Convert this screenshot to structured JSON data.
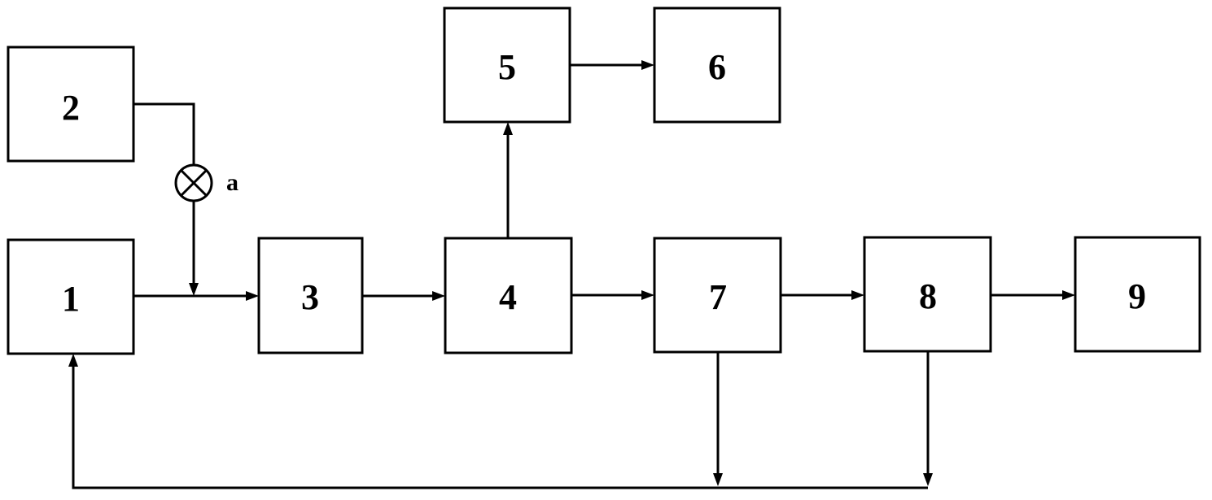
{
  "blocks": {
    "b1": "1",
    "b2": "2",
    "b3": "3",
    "b4": "4",
    "b5": "5",
    "b6": "6",
    "b7": "7",
    "b8": "8",
    "b9": "9"
  },
  "mixer": {
    "label": "a",
    "icon": "circled-x-icon"
  },
  "colors": {
    "line": "#000000",
    "background": "#ffffff"
  }
}
